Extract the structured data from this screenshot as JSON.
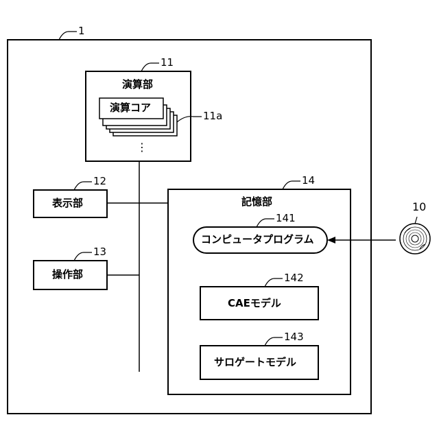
{
  "figure": {
    "system": {
      "ref": "1"
    },
    "processor": {
      "ref": "11",
      "label": "演算部",
      "core_label": "演算コア",
      "core_ref": "11a",
      "ellipsis": "⋮"
    },
    "display": {
      "ref": "12",
      "label": "表示部"
    },
    "operation": {
      "ref": "13",
      "label": "操作部"
    },
    "storage": {
      "ref": "14",
      "label": "記憶部"
    },
    "program": {
      "ref": "141",
      "label": "コンピュータプログラム"
    },
    "cae_model": {
      "ref": "142",
      "label": "CAEモデル"
    },
    "surrogate_model": {
      "ref": "143",
      "label": "サロゲートモデル"
    },
    "disc": {
      "ref": "10",
      "icon": "optical-disc-icon"
    }
  }
}
